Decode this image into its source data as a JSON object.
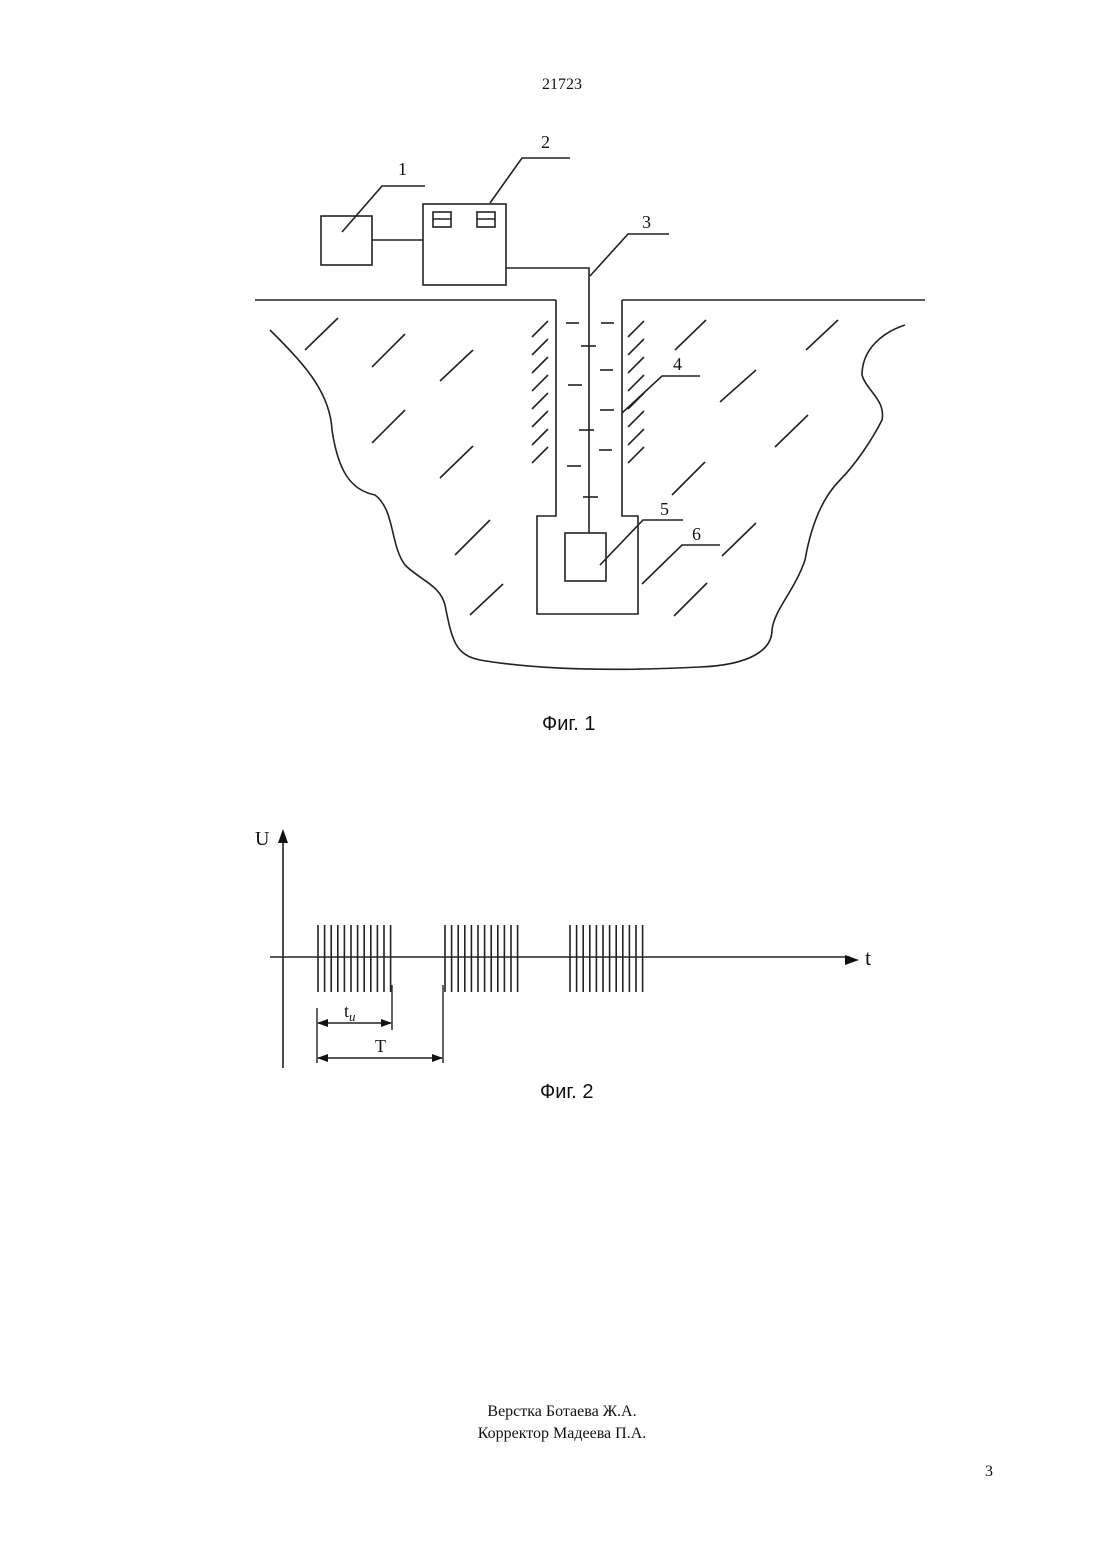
{
  "header": {
    "doc_number": "21723"
  },
  "figure1": {
    "labels": [
      "1",
      "2",
      "3",
      "4",
      "5",
      "6"
    ],
    "caption": "Фиг. 1"
  },
  "figure2": {
    "y_axis_label": "U",
    "x_axis_label": "t",
    "pulse_width_label_main": "t",
    "pulse_width_label_sub": "и",
    "period_label": "T",
    "burst_count": 3,
    "caption": "Фиг. 2"
  },
  "footer": {
    "layout_credit": "Верстка Ботаева Ж.А.",
    "proofreader_credit": "Корректор Мадеева П.А.",
    "page_number": "3"
  }
}
